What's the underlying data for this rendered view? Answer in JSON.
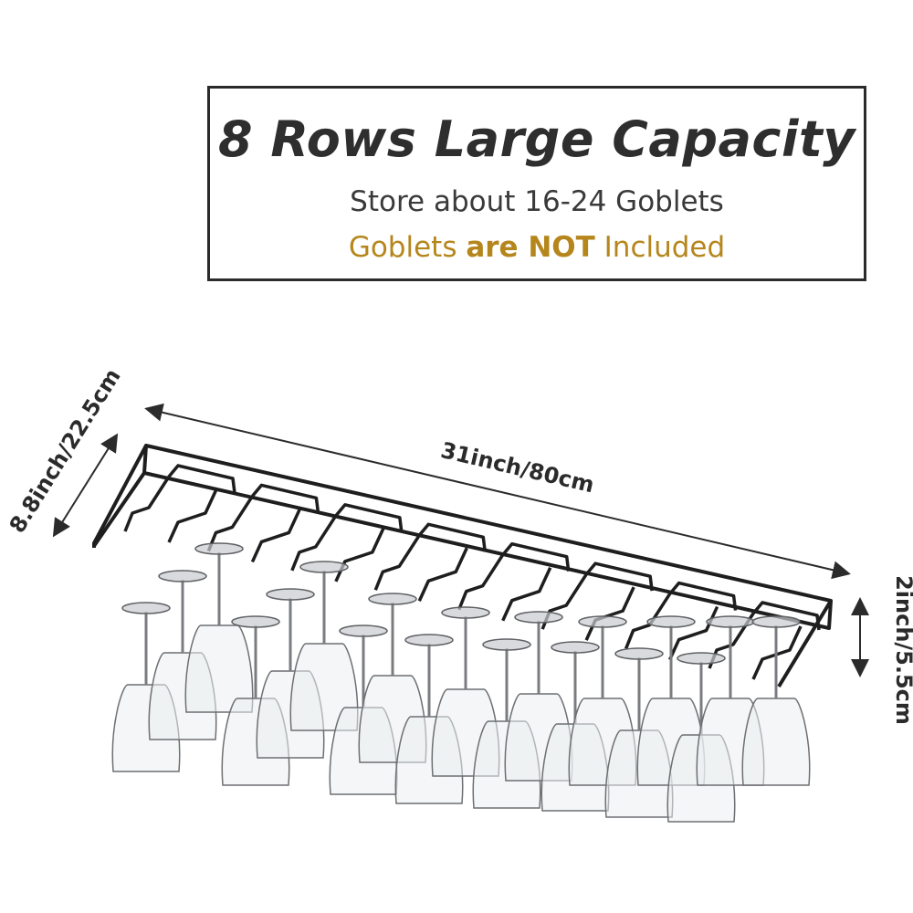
{
  "header": {
    "title": "8 Rows Large Capacity",
    "subtitle": "Store about 16-24 Goblets",
    "notice_part1": "Goblets ",
    "notice_bold": "are NOT",
    "notice_part2": " Included",
    "notice_color": "#b5861c"
  },
  "dimensions": {
    "length": "31inch/80cm",
    "depth": "8.8inch/22.5cm",
    "height": "2inch/5.5cm"
  },
  "product": {
    "rows": 8
  }
}
